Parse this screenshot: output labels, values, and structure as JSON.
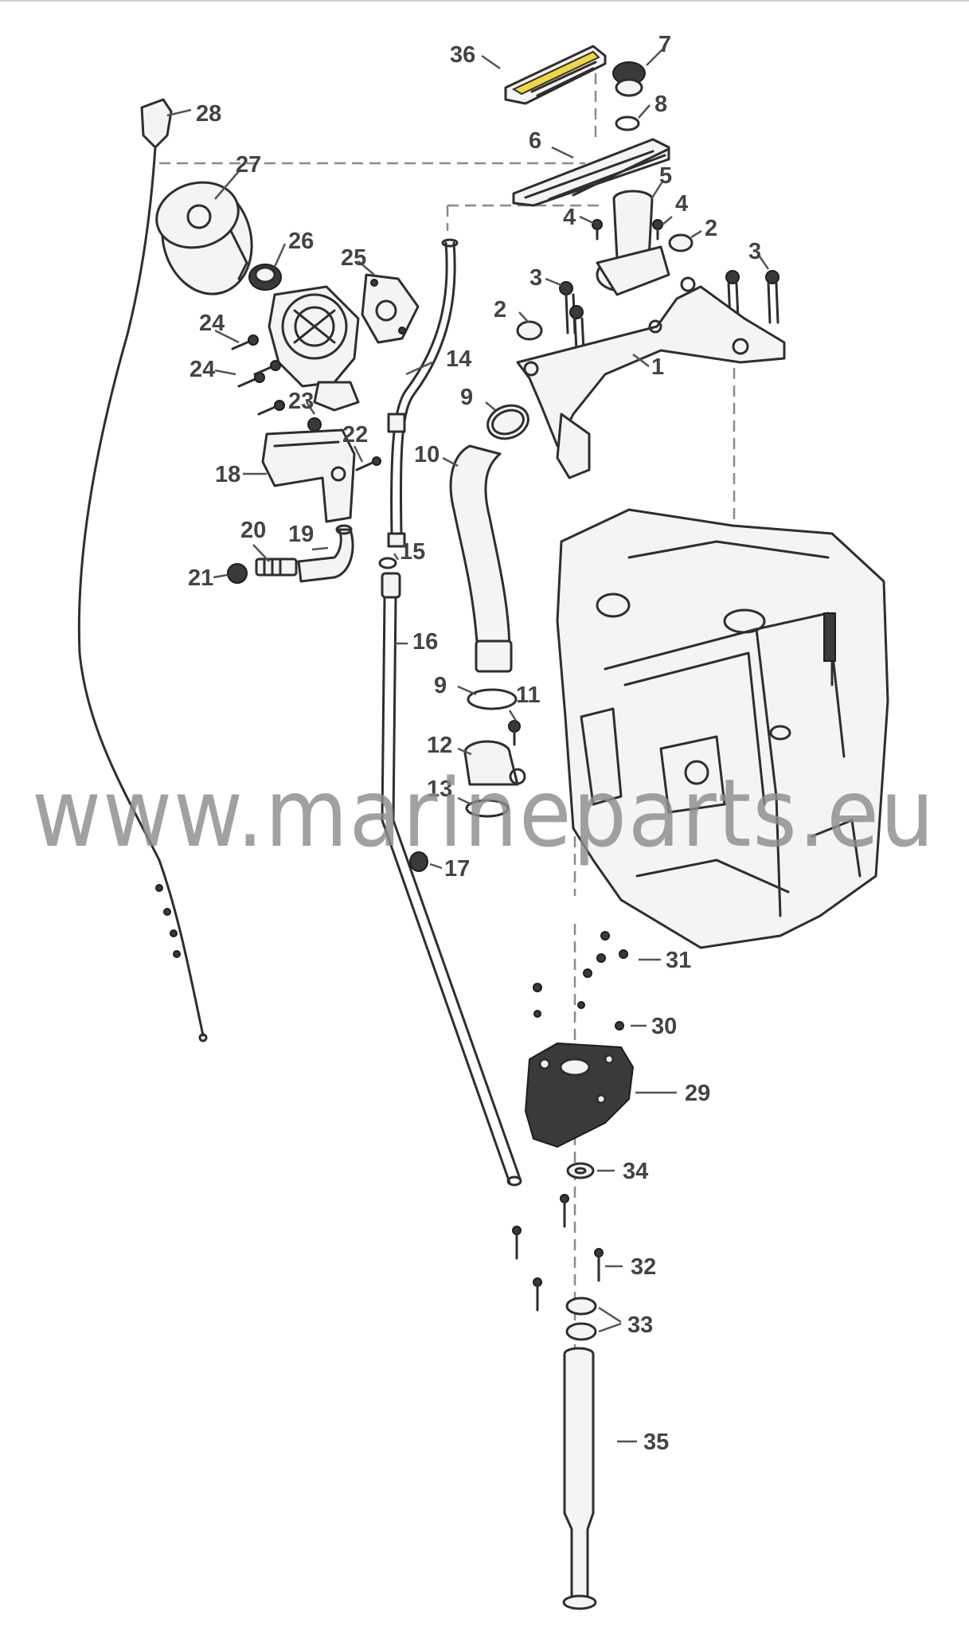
{
  "watermark": "www.marineparts.eu",
  "callouts": {
    "c1": "1",
    "c2a": "2",
    "c2b": "2",
    "c3a": "3",
    "c3b": "3",
    "c4a": "4",
    "c4b": "4",
    "c5": "5",
    "c6": "6",
    "c7": "7",
    "c8": "8",
    "c9a": "9",
    "c9b": "9",
    "c10": "10",
    "c11": "11",
    "c12": "12",
    "c13": "13",
    "c14": "14",
    "c15": "15",
    "c16": "16",
    "c17": "17",
    "c18": "18",
    "c19": "19",
    "c20": "20",
    "c21": "21",
    "c22": "22",
    "c23": "23",
    "c24a": "24",
    "c24b": "24",
    "c25": "25",
    "c26": "26",
    "c27": "27",
    "c28": "28",
    "c29": "29",
    "c30": "30",
    "c31": "31",
    "c32": "32",
    "c33": "33",
    "c34": "34",
    "c35": "35",
    "c36": "36"
  }
}
